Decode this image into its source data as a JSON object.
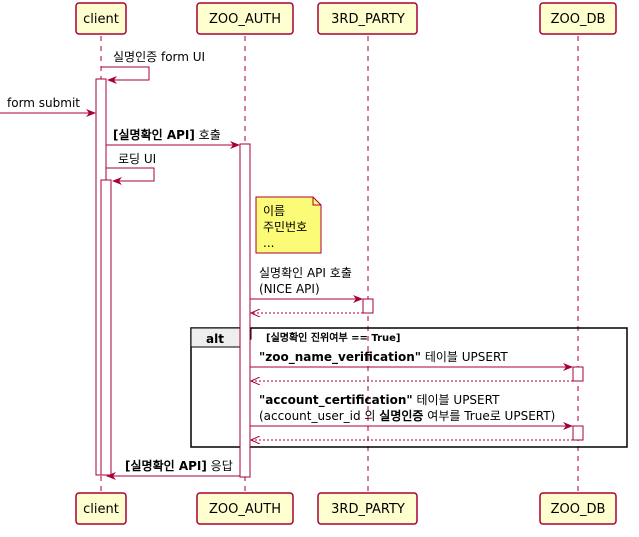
{
  "colors": {
    "participant_fill": "#fefece",
    "participant_stroke": "#a80036",
    "arrow": "#a80036",
    "lifeline": "#a80036",
    "note_fill": "#fbfb77",
    "frame": "#000000",
    "alt_label_fill": "#eeeeee"
  },
  "participants": [
    {
      "id": "client",
      "label": "client"
    },
    {
      "id": "zoo_auth",
      "label": "ZOO_AUTH"
    },
    {
      "id": "third_party",
      "label": "3RD_PARTY"
    },
    {
      "id": "zoo_db",
      "label": "ZOO_DB"
    }
  ],
  "messages": {
    "self_form_ui": "실명인증 form UI",
    "form_submit": "form submit",
    "call_api_bold": "[실명확인 API]",
    "call_api_rest": " 호출",
    "loading_ui": "로딩 UI",
    "nice_call_line1": "실명확인 API 호출",
    "nice_call_line2": "(NICE API)",
    "upsert1_bold": "\"zoo_name_verification\"",
    "upsert1_rest": " 테이블 UPSERT",
    "upsert2_bold": "\"account_certification\"",
    "upsert2_rest": " 테이블 UPSERT",
    "upsert2_line2_a": "(account_user_id 의 ",
    "upsert2_line2_bold": "실명인증",
    "upsert2_line2_b": " 여부를 True로 UPSERT)",
    "response_bold": "[실명확인 API]",
    "response_rest": " 응답"
  },
  "note": {
    "lines": [
      "이름",
      "주민번호",
      "..."
    ]
  },
  "alt": {
    "keyword": "alt",
    "condition": "[실명확인 진위여부 == True]"
  }
}
